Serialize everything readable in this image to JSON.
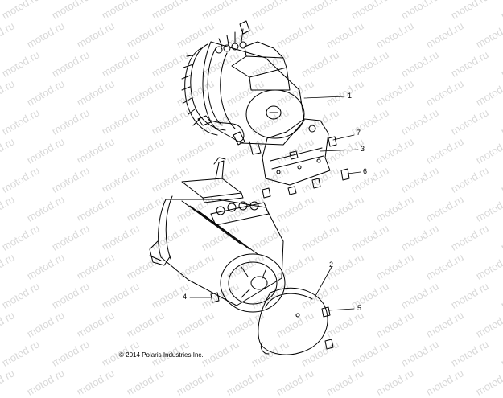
{
  "watermark": "motod.ru",
  "callouts": [
    "1",
    "2",
    "3",
    "4",
    "5",
    "6",
    "7"
  ],
  "copyright": "© 2014 Polaris Industries Inc."
}
